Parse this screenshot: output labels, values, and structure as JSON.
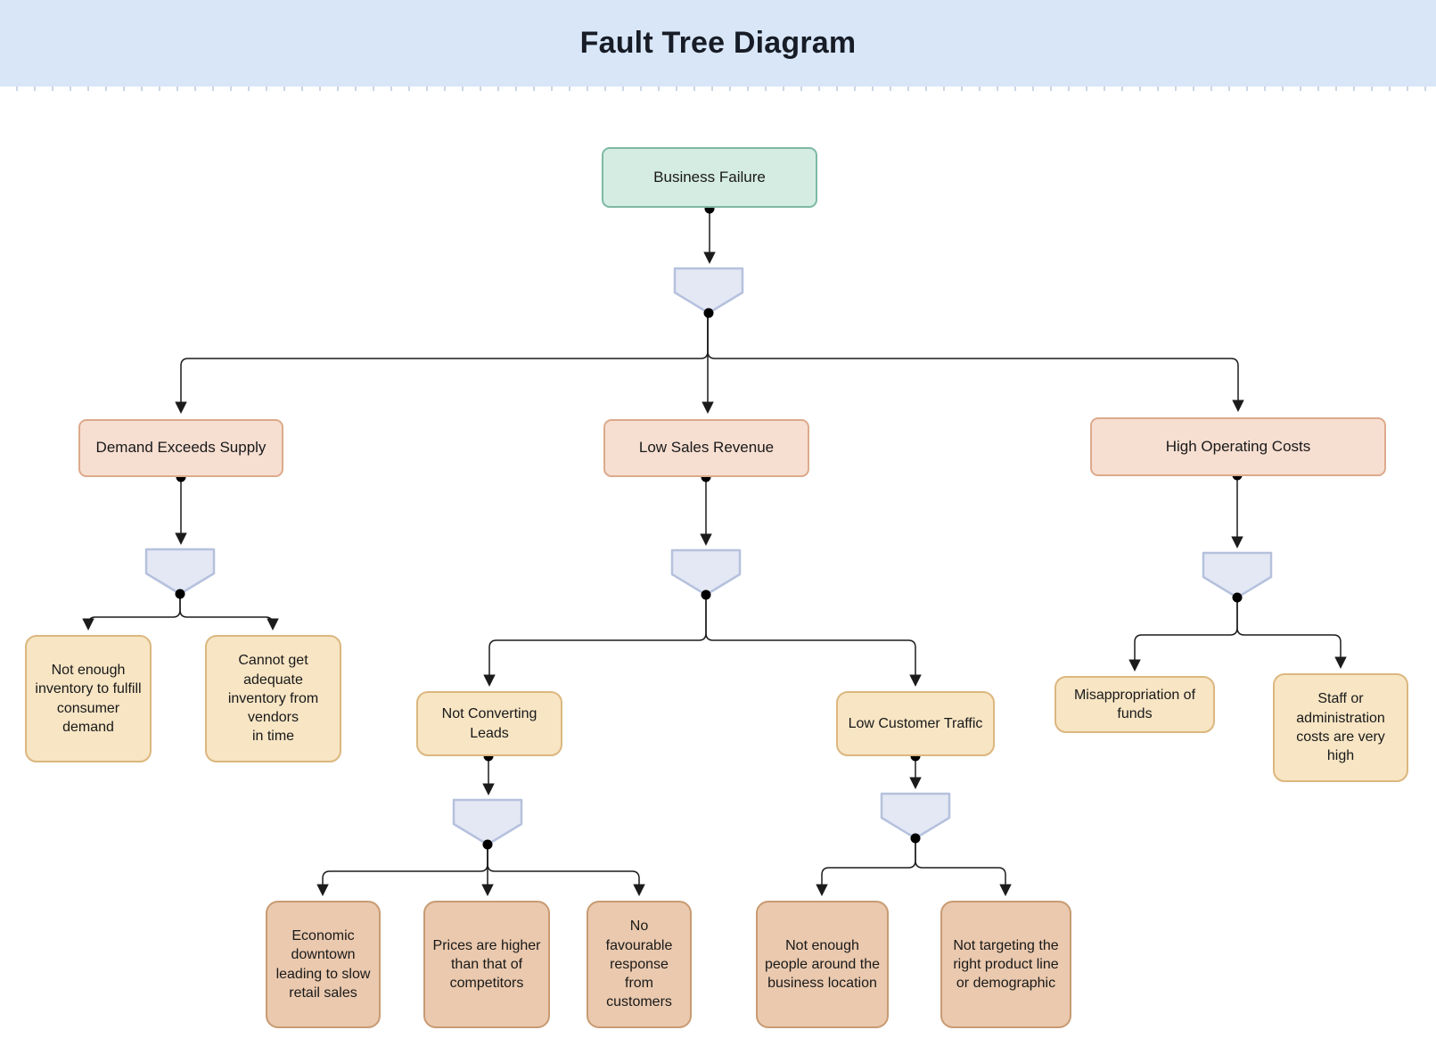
{
  "header": {
    "title": "Fault Tree Diagram"
  },
  "tree": {
    "root": {
      "label": "Business Failure",
      "children": [
        {
          "label": "Demand Exceeds Supply",
          "children": [
            {
              "label": "Not enough inventory to fulfill consumer\ndemand"
            },
            {
              "label": "Cannot get adequate inventory from vendors\nin time"
            }
          ]
        },
        {
          "label": "Low Sales Revenue",
          "children": [
            {
              "label": "Not Converting Leads",
              "children": [
                {
                  "label": "Economic downtown leading to slow retail sales"
                },
                {
                  "label": "Prices are higher than that of competitors"
                },
                {
                  "label": "No favourable response from customers"
                }
              ]
            },
            {
              "label": "Low Customer Traffic",
              "children": [
                {
                  "label": "Not enough people around the business location"
                },
                {
                  "label": "Not targeting the right product line or demographic"
                }
              ]
            }
          ]
        },
        {
          "label": "High Operating Costs",
          "children": [
            {
              "label": "Misappropriation of funds"
            },
            {
              "label": "Staff or administration costs are very high"
            }
          ]
        }
      ]
    }
  },
  "icons": {
    "gate": {
      "name": "gate-icon",
      "shape": "flat-top-pentagon-pointing-down"
    }
  },
  "colors": {
    "header_bg": "#d8e6f8",
    "top_event_fill": "#d5ece2",
    "top_event_border": "#7db9a4",
    "branch_fill": "#f6ded1",
    "branch_border": "#dcaa8b",
    "leaf_fill": "#f7e5c4",
    "leaf_border": "#dcb77f",
    "cause_fill": "#eac9ae",
    "cause_border": "#c89b73",
    "gate_fill": "#e3e8f4",
    "gate_border": "#b5c1dd",
    "connector": "#1b1b1b"
  }
}
